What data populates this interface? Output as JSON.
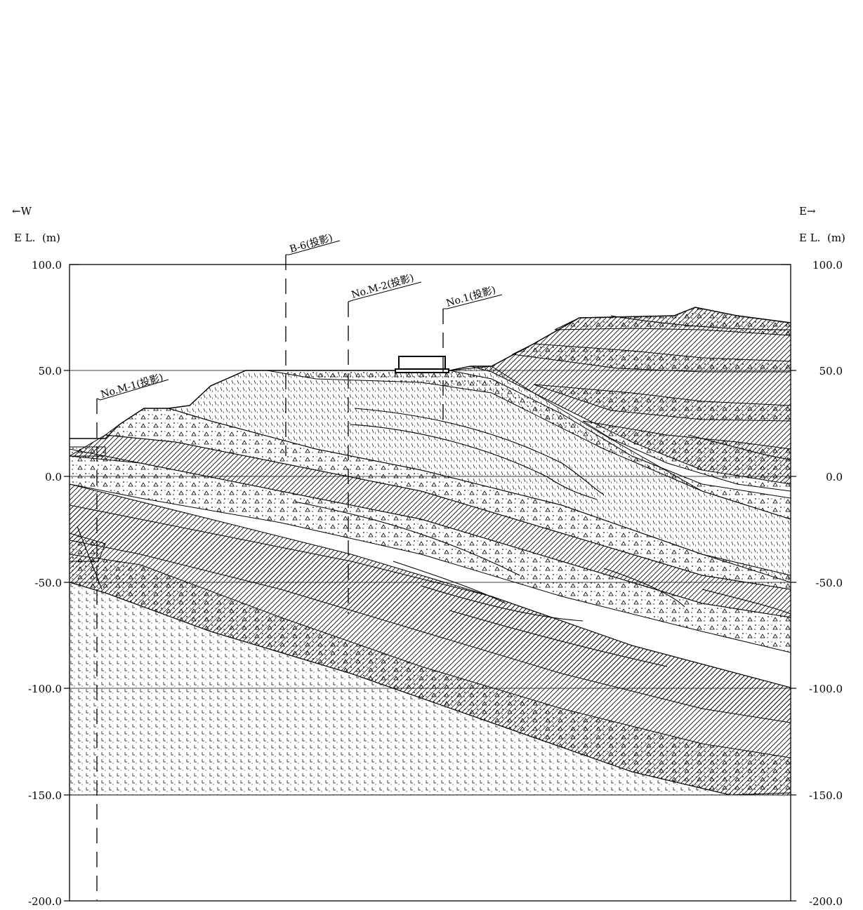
{
  "header": {
    "west_label": "←W",
    "east_label": "E→",
    "left_axis_title": "E L.  (m)",
    "right_axis_title": "E L.  (m)"
  },
  "axis": {
    "ticks_left": [
      "100.0",
      "50.0",
      "0.0",
      "-50.0",
      "-100.0",
      "-150.0",
      "-200.0"
    ],
    "ticks_right": [
      "100.0",
      "50.0",
      "0.0",
      "-50.0",
      "-100.0",
      "-150.0",
      "-200.0"
    ],
    "y_range_m": [
      -200,
      100
    ]
  },
  "boreholes": [
    {
      "label": "No.M-1(投影)"
    },
    {
      "label": "B-6(投影)"
    },
    {
      "label": "No.M-2(投影)"
    },
    {
      "label": "No.1(投影)"
    }
  ],
  "legend_colors": {
    "line": "#000000",
    "background": "#ffffff"
  }
}
